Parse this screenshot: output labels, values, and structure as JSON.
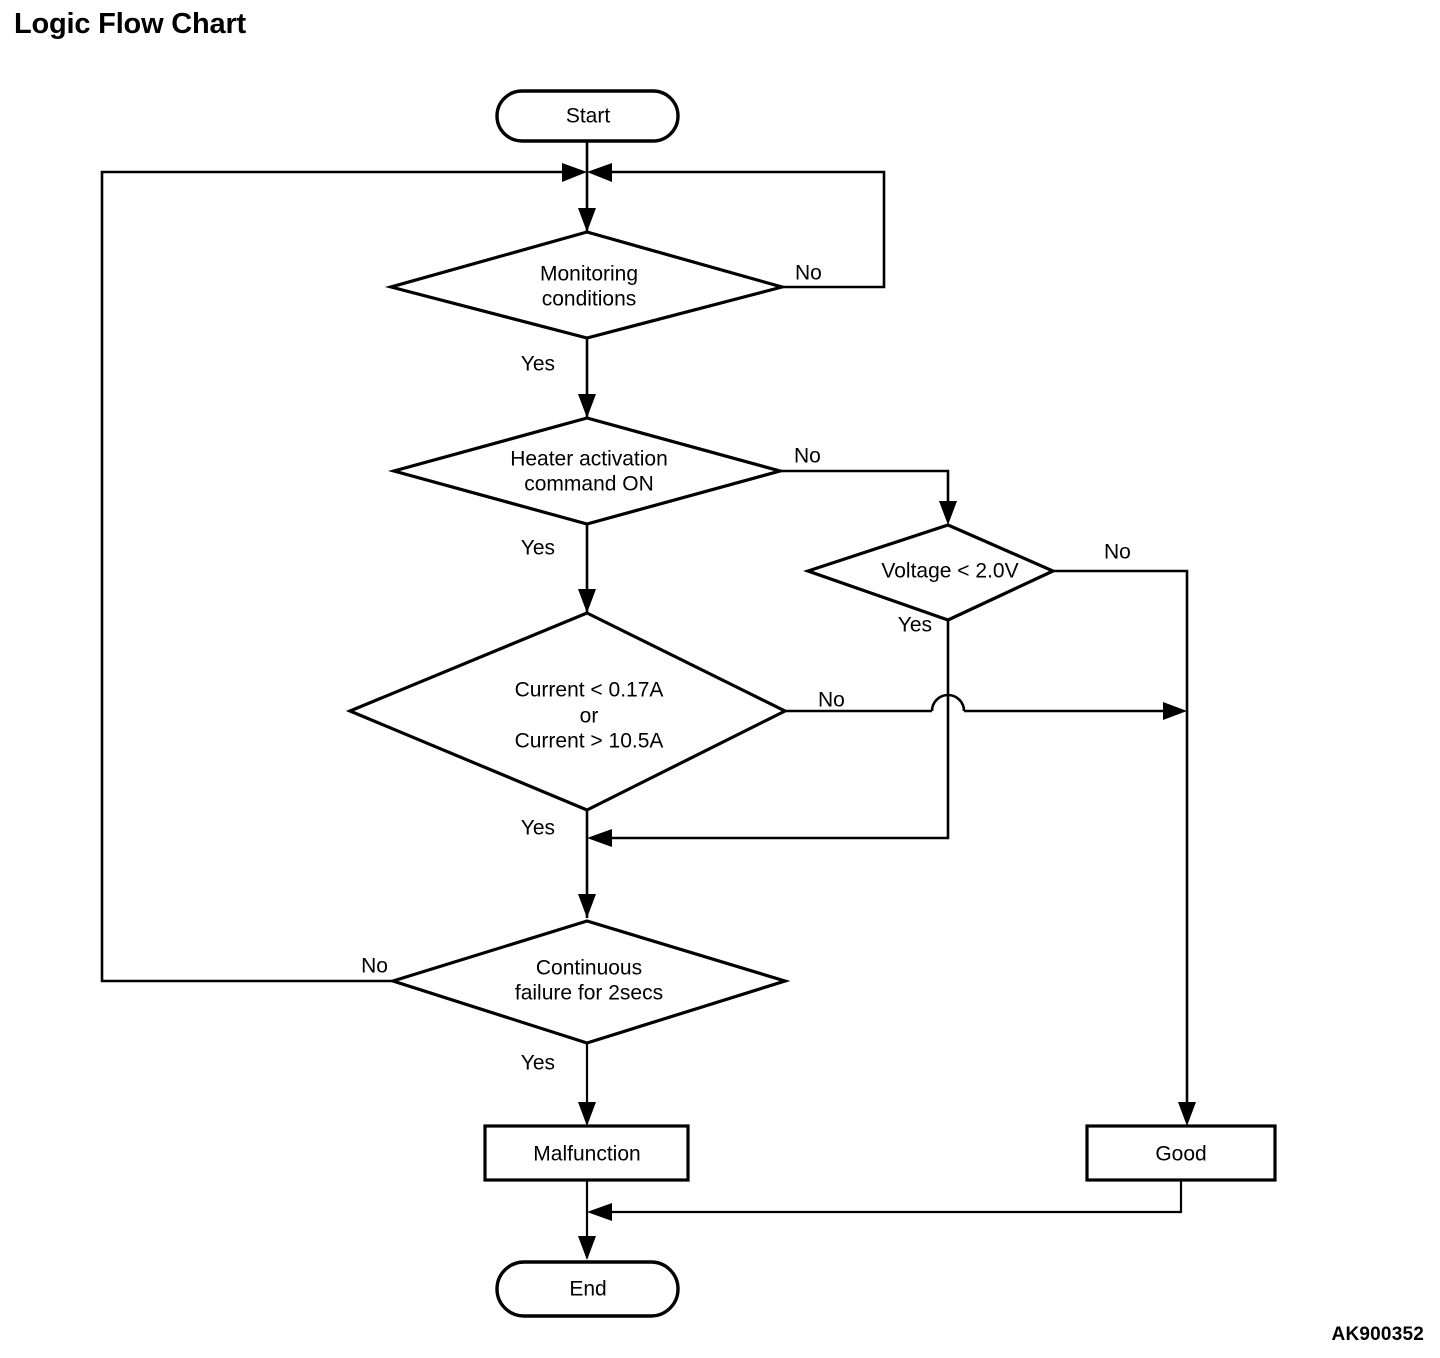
{
  "page_title": "Logic Flow Chart",
  "figure_code": "AK900352",
  "chart_data": {
    "type": "diagram",
    "diagram_kind": "flowchart",
    "title": "Logic Flow Chart",
    "nodes": [
      {
        "id": "start",
        "shape": "terminator",
        "label": "Start"
      },
      {
        "id": "monitoring",
        "shape": "decision",
        "label": "Monitoring conditions",
        "line1": "Monitoring",
        "line2": "conditions"
      },
      {
        "id": "heater",
        "shape": "decision",
        "label": "Heater activation command ON",
        "line1": "Heater activation",
        "line2": "command ON"
      },
      {
        "id": "voltage",
        "shape": "decision",
        "label": "Voltage < 2.0V",
        "line1": "Voltage < 2.0V"
      },
      {
        "id": "current",
        "shape": "decision",
        "label": "Current < 0.17A or Current > 10.5A",
        "line1": "Current < 0.17A",
        "line2": "or",
        "line3": "Current > 10.5A"
      },
      {
        "id": "continuous",
        "shape": "decision",
        "label": "Continuous failure for 2secs",
        "line1": "Continuous",
        "line2": "failure for 2secs"
      },
      {
        "id": "malfunction",
        "shape": "process",
        "label": "Malfunction"
      },
      {
        "id": "good",
        "shape": "process",
        "label": "Good"
      },
      {
        "id": "end",
        "shape": "terminator",
        "label": "End"
      }
    ],
    "edges": [
      {
        "from": "start",
        "to": "monitoring",
        "label": ""
      },
      {
        "from": "monitoring",
        "to": "heater",
        "label": "Yes"
      },
      {
        "from": "monitoring",
        "to": "start_junction",
        "label": "No"
      },
      {
        "from": "heater",
        "to": "current",
        "label": "Yes"
      },
      {
        "from": "heater",
        "to": "voltage",
        "label": "No"
      },
      {
        "from": "voltage",
        "to": "current_yes_merge",
        "label": "Yes"
      },
      {
        "from": "voltage",
        "to": "good",
        "label": "No"
      },
      {
        "from": "current",
        "to": "continuous",
        "label": "Yes"
      },
      {
        "from": "current",
        "to": "good",
        "label": "No"
      },
      {
        "from": "continuous",
        "to": "malfunction",
        "label": "Yes"
      },
      {
        "from": "continuous",
        "to": "start_junction",
        "label": "No"
      },
      {
        "from": "malfunction",
        "to": "end",
        "label": ""
      },
      {
        "from": "good",
        "to": "end",
        "label": ""
      }
    ]
  },
  "nodes": {
    "start": {
      "label": "Start"
    },
    "monitoring": {
      "line1": "Monitoring",
      "line2": "conditions"
    },
    "heater": {
      "line1": "Heater activation",
      "line2": "command ON"
    },
    "voltage": {
      "line1": "Voltage < 2.0V"
    },
    "current": {
      "line1": "Current < 0.17A",
      "line2": "or",
      "line3": "Current > 10.5A"
    },
    "continuous": {
      "line1": "Continuous",
      "line2": "failure for 2secs"
    },
    "malfunction": {
      "label": "Malfunction"
    },
    "good": {
      "label": "Good"
    },
    "end": {
      "label": "End"
    }
  },
  "branch_labels": {
    "monitoring_no": "No",
    "monitoring_yes": "Yes",
    "heater_no": "No",
    "heater_yes": "Yes",
    "voltage_no": "No",
    "voltage_yes": "Yes",
    "current_no": "No",
    "current_yes": "Yes",
    "continuous_no": "No",
    "continuous_yes": "Yes"
  },
  "colors": {
    "background": "#ffffff",
    "stroke": "#000000",
    "text": "#000000"
  }
}
